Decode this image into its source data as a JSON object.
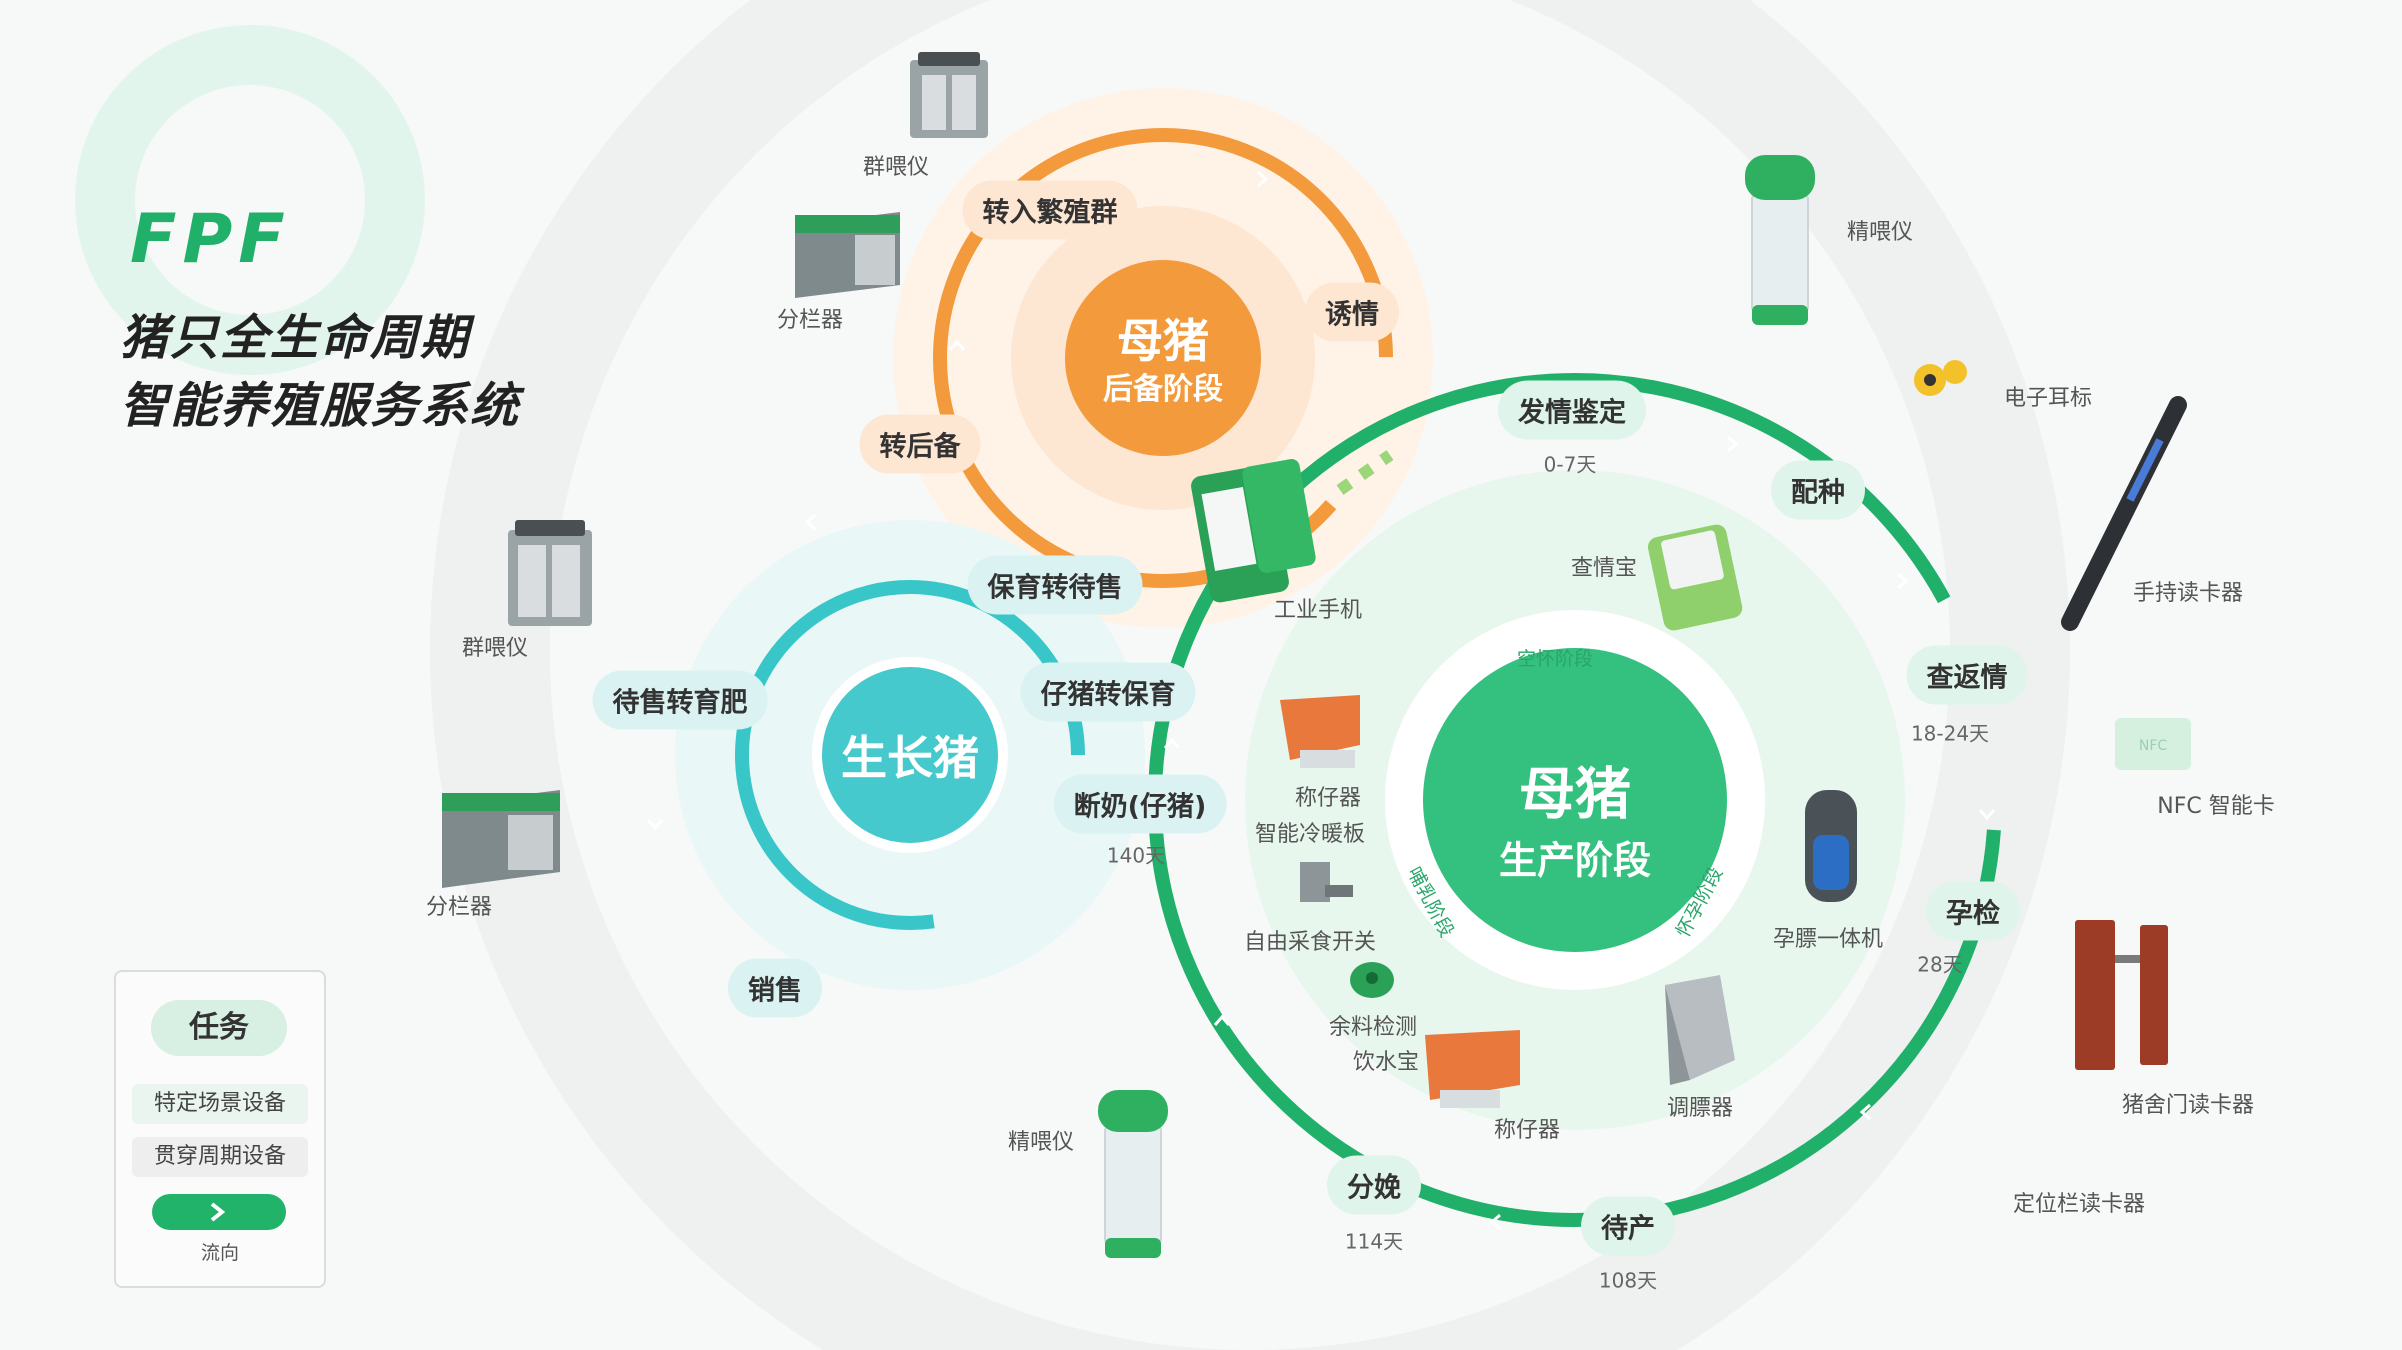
{
  "header": {
    "brand": "FPF",
    "title_line1": "猪只全生命周期",
    "title_line2": "智能养殖服务系统"
  },
  "cycles": {
    "gilt": {
      "name": "母猪",
      "sub": "后备阶段",
      "color": "#f39a3c"
    },
    "grow": {
      "name": "生长猪",
      "color": "#38c6c8"
    },
    "sow": {
      "name": "母猪",
      "sub": "生产阶段",
      "color": "#21b06a"
    }
  },
  "stages": {
    "to_breeding": "转入繁殖群",
    "estrus_induce": "诱情",
    "to_reserve": "转后备",
    "estrus_check": "发情鉴定",
    "estrus_days": "0-7天",
    "mating": "配种",
    "return_check": "查返情",
    "return_days": "18-24天",
    "preg_check": "孕检",
    "preg_days": "28天",
    "pre_farrow": "待产",
    "pre_farrow_days": "108天",
    "farrow": "分娩",
    "farrow_days": "114天",
    "wean": "断奶(仔猪)",
    "wean_days": "140天",
    "piglet_nursery": "仔猪转保育",
    "nursery_sale": "保育转待售",
    "sale_fatten": "待售转育肥",
    "sale": "销售"
  },
  "inner_phases": {
    "empty": "空怀阶段",
    "pregnant": "怀孕阶段",
    "lactation": "哺乳阶段"
  },
  "devices": {
    "group_feeder_top": "群喂仪",
    "sorter_top": "分栏器",
    "group_feeder_left": "群喂仪",
    "sorter_left": "分栏器",
    "precision_feeder_right": "精喂仪",
    "ear_tag": "电子耳标",
    "handheld_reader": "手持读卡器",
    "nfc_card": "NFC 智能卡",
    "pen_door_reader": "猪舍门读卡器",
    "stall_reader": "定位栏读卡器",
    "industrial_phone": "工业手机",
    "estrus_detector": "查情宝",
    "scale_1": "称仔器",
    "heating_board": "智能冷暖板",
    "feed_switch": "自由采食开关",
    "leftover_detect": "余料检测",
    "drinker": "饮水宝",
    "scale_2": "称仔器",
    "pregnancy_scanner": "孕膘一体机",
    "fat_adjuster": "调膘器",
    "precision_feeder_bottom": "精喂仪"
  },
  "legend": {
    "title": "任务",
    "specific": "特定场景设备",
    "throughout": "贯穿周期设备",
    "flow": "流向"
  }
}
